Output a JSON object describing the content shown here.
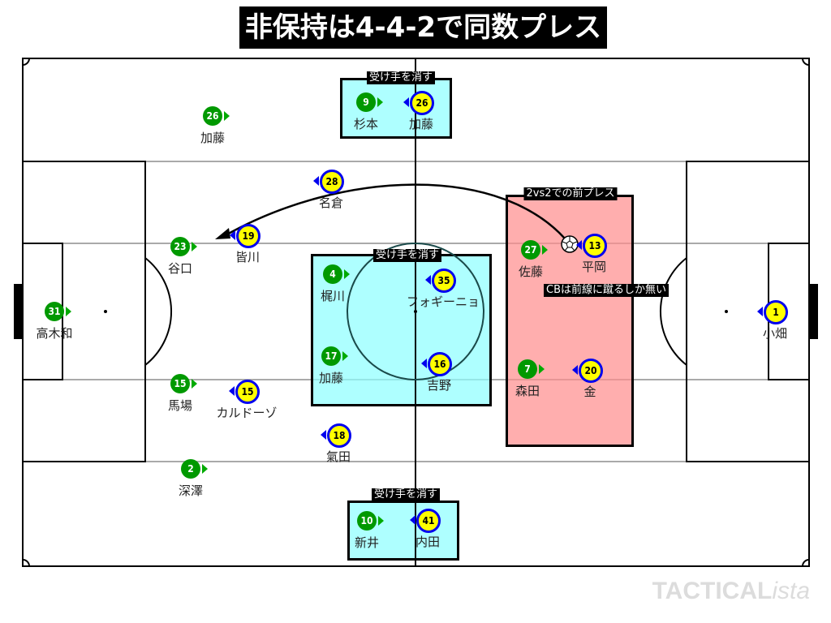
{
  "title": "非保持は4-4-2で同数プレス",
  "labels": {
    "top_box": "受け手を消す",
    "center_box": "受け手を消す",
    "bottom_box": "受け手を消す",
    "press_box": "2vs2での前プレス",
    "cb_note": "CBは前線に蹴るしか無い"
  },
  "green_team": [
    {
      "number": "26",
      "name": "加藤"
    },
    {
      "number": "23",
      "name": "谷口"
    },
    {
      "number": "31",
      "name": "高木和"
    },
    {
      "number": "15",
      "name": "馬場"
    },
    {
      "number": "2",
      "name": "深澤"
    },
    {
      "number": "9",
      "name": "杉本"
    },
    {
      "number": "4",
      "name": "梶川"
    },
    {
      "number": "17",
      "name": "加藤"
    },
    {
      "number": "10",
      "name": "新井"
    },
    {
      "number": "27",
      "name": "佐藤"
    },
    {
      "number": "7",
      "name": "森田"
    }
  ],
  "yellow_team": [
    {
      "number": "26",
      "name": "加藤"
    },
    {
      "number": "28",
      "name": "名倉"
    },
    {
      "number": "19",
      "name": "皆川"
    },
    {
      "number": "35",
      "name": "フォギーニョ"
    },
    {
      "number": "16",
      "name": "吉野"
    },
    {
      "number": "15",
      "name": "カルドーゾ"
    },
    {
      "number": "18",
      "name": "氣田"
    },
    {
      "number": "41",
      "name": "内田"
    },
    {
      "number": "13",
      "name": "平岡"
    },
    {
      "number": "20",
      "name": "金"
    },
    {
      "number": "1",
      "name": "小畑"
    }
  ],
  "watermark": {
    "main": "TACTICAL",
    "suffix": "ista"
  }
}
